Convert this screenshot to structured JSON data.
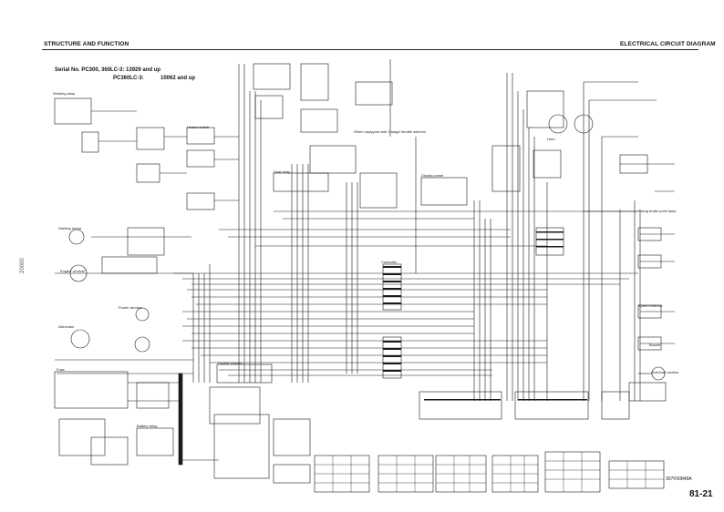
{
  "header": {
    "left_title": "STRUCTURE AND FUNCTION",
    "right_title": "ELECTRICAL CIRCUIT DIAGRAM"
  },
  "serial": {
    "line1": "Serial No. PC300, 360LC-3: 13929 and up",
    "line2_model": "PC360LC-3:",
    "line2_range": "10062 and up"
  },
  "labels": {
    "working_lamp": "Working lamp",
    "swing_brake_point_lamp": "Swing brake point lamp",
    "engine_oil_level": "Engine oil level",
    "starting_motor": "Starting motor",
    "alternator": "Alternator",
    "fuse": "Fuse",
    "battery_relay": "Battery relay",
    "horn": "Horn",
    "buzzer": "Buzzer",
    "dual_relay": "Dual relay",
    "power_window": "Power window",
    "heater_switch": "Heater switch",
    "display_panel": "Display panel",
    "controller": "Controller",
    "speed_selector": "Speed selector",
    "overload_caution": "Overload caution",
    "throttle_volume": "Throttle volume",
    "note_equipped": "When equipped with 2-stage throttle selector"
  },
  "side_text": "20000",
  "page_number": "81-21",
  "figure_id": "307F00849A"
}
